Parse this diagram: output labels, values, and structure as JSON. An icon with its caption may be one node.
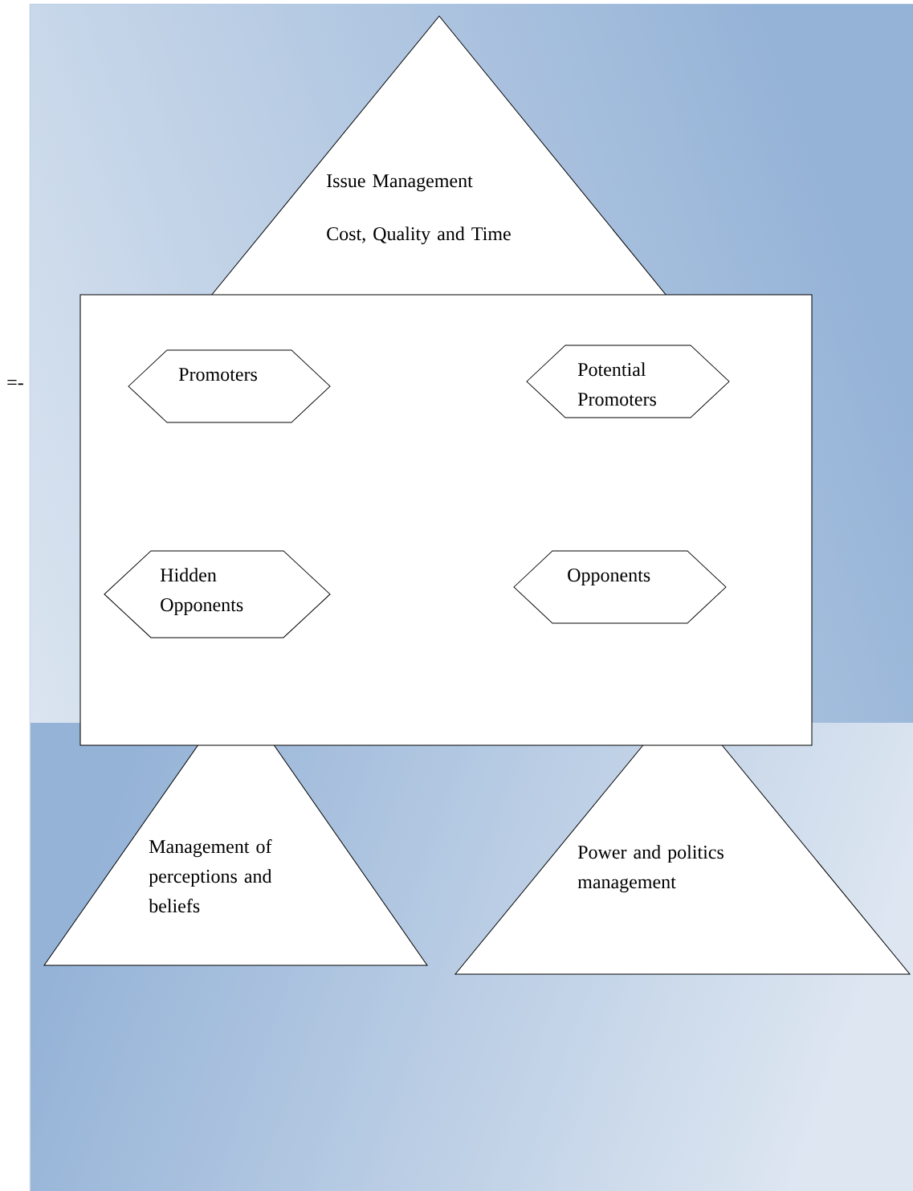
{
  "diagram": {
    "nodes": [
      {
        "text": [
          "Issue Management",
          "Cost, Quality and Time"
        ]
      },
      {
        "text": [],
        "shape": "box"
      },
      {
        "text": [
          "Promoters"
        ],
        "in": 1
      },
      {
        "text": [
          "Potential Promoters"
        ],
        "in": 1
      },
      {
        "text": [
          "Hidden Opponents"
        ],
        "in": 1
      },
      {
        "text": [
          "Opponents"
        ],
        "in": 1
      },
      {
        "text": [
          "Management of perceptions and beliefs"
        ]
      },
      {
        "text": [
          "Power and politics management"
        ]
      }
    ],
    "labels": [
      "=-"
    ]
  }
}
